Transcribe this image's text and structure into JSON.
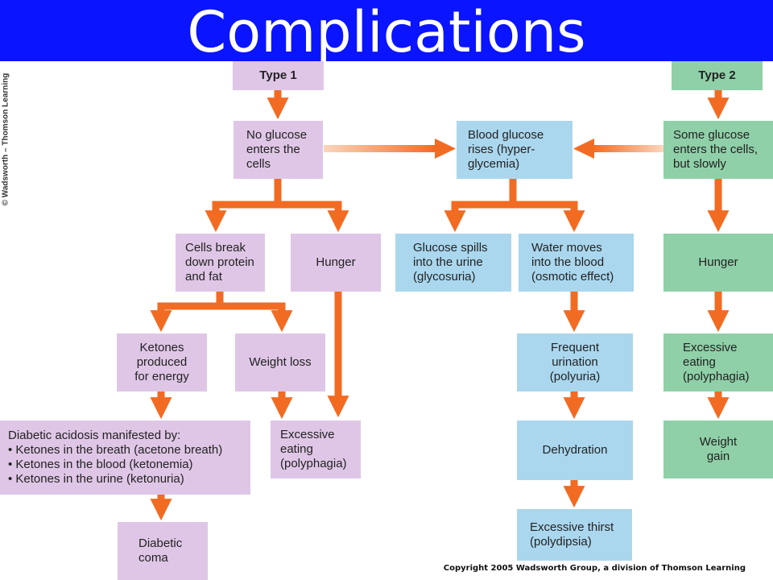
{
  "title": "Complications",
  "side_credit": "© Wadsworth – Thomson Learning",
  "copyright": "Copyright 2005 Wadsworth Group, a division of Thomson Learning",
  "colors": {
    "title_bar": "#0a14ff",
    "type1_boxes": "#dfc6e6",
    "shared_boxes": "#aad7ee",
    "type2_boxes": "#8fd0a8",
    "arrows": "#f26b22"
  },
  "boxes": {
    "type1": "Type 1",
    "type2": "Type 2",
    "no_glucose": "No glucose\nenters the\ncells",
    "blood_glucose": "Blood glucose\nrises (hyper-\nglycemia)",
    "some_glucose": "Some glucose\nenters the cells,\nbut slowly",
    "cells_break": "Cells break\ndown protein\nand fat",
    "hunger1": "Hunger",
    "glucose_spills": "Glucose spills\ninto the urine\n(glycosuria)",
    "water_moves": "Water moves\ninto the blood\n(osmotic effect)",
    "hunger2": "Hunger",
    "ketones": "Ketones\nproduced\nfor energy",
    "weight_loss": "Weight loss",
    "freq_urination": "Frequent urination\n(polyuria)",
    "excessive_eating2": "Excessive\neating\n(polyphagia)",
    "acidosis": "Diabetic acidosis manifested by:\n• Ketones in the breath (acetone breath)\n• Ketones in the blood (ketonemia)\n• Ketones in the urine (ketonuria)",
    "excessive_eating1": "Excessive\neating\n(polyphagia)",
    "dehydration": "Dehydration",
    "weight_gain": "Weight\ngain",
    "coma": "Diabetic\ncoma",
    "thirst": "Excessive thirst\n(polydipsia)"
  }
}
